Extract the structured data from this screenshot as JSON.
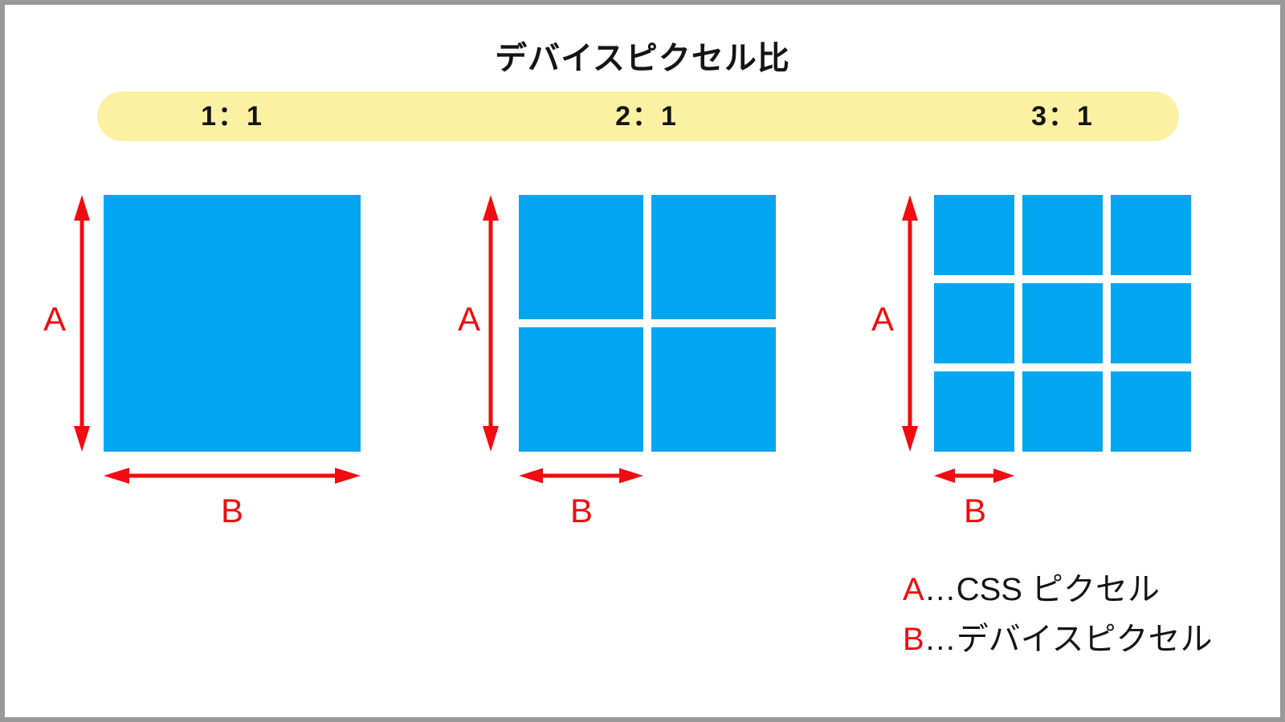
{
  "title": "デバイスピクセル比",
  "colors": {
    "blue": "#00a6f0",
    "red": "#f20b10",
    "yellow": "#fcf0a2",
    "border": "#999999",
    "text": "#141414"
  },
  "groups": [
    {
      "ratio_label": "1：1",
      "rows": 1,
      "cols": 1,
      "axis_a": "A",
      "axis_b": "B"
    },
    {
      "ratio_label": "2：1",
      "rows": 2,
      "cols": 2,
      "axis_a": "A",
      "axis_b": "B"
    },
    {
      "ratio_label": "3：1",
      "rows": 3,
      "cols": 3,
      "axis_a": "A",
      "axis_b": "B"
    }
  ],
  "legend": [
    {
      "key": "A",
      "separator": "…",
      "label": "CSS ピクセル"
    },
    {
      "key": "B",
      "separator": "…",
      "label": "デバイスピクセル"
    }
  ]
}
